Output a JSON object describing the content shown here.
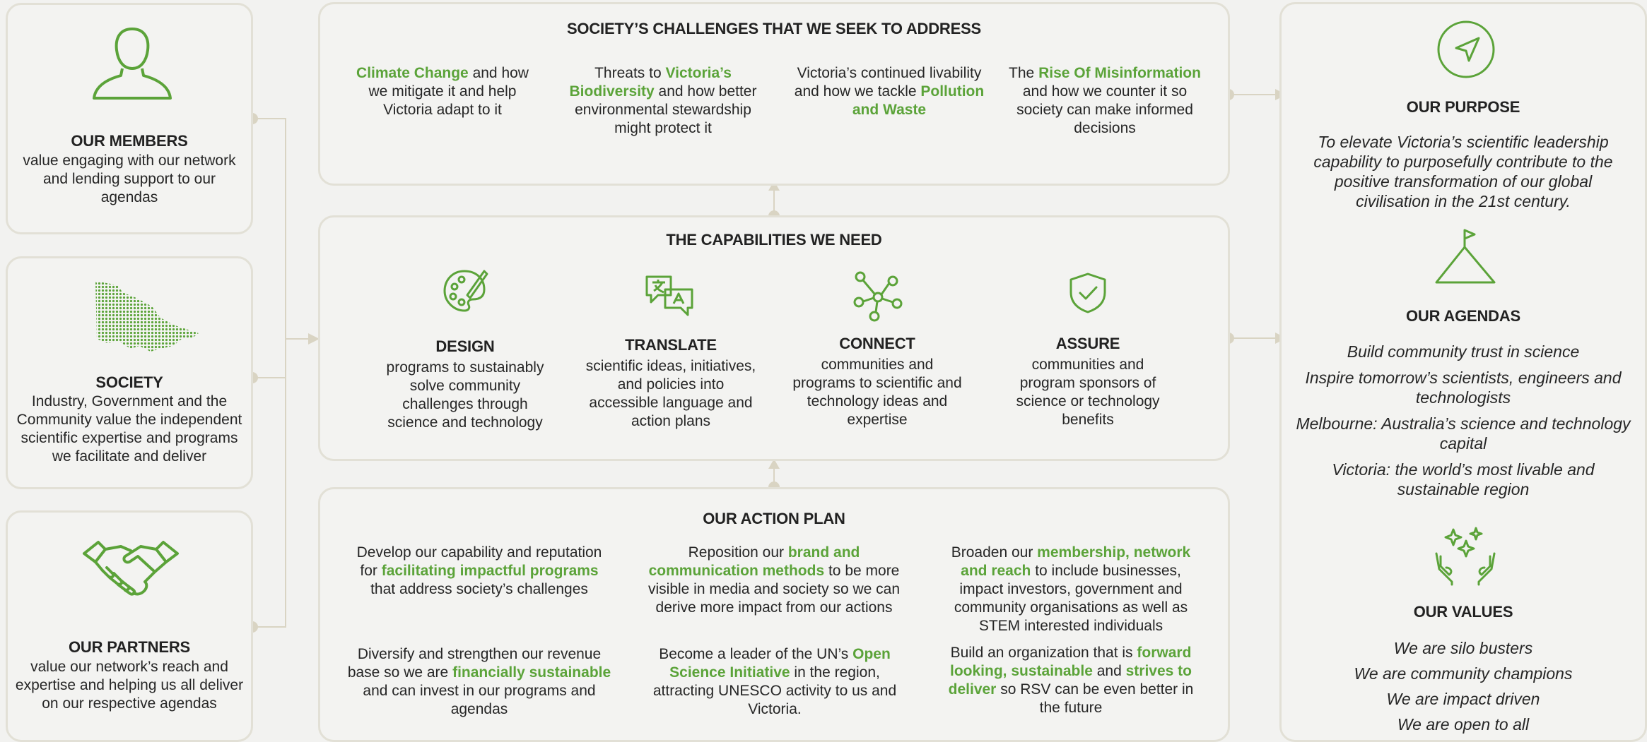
{
  "members": {
    "title": "OUR MEMBERS",
    "text": "value engaging with our network and lending support to our agendas",
    "icon": "person-icon"
  },
  "society": {
    "title": "SOCIETY",
    "text": "Industry, Government and the Community value the independent scientific expertise and programs we facilitate and deliver",
    "icon": "victoria-map-icon"
  },
  "partners": {
    "title": "OUR PARTNERS",
    "text": "value our network’s reach and expertise and helping us all deliver on our respective agendas",
    "icon": "handshake-icon"
  },
  "challenges": {
    "title": "SOCIETY’S CHALLENGES THAT WE SEEK TO ADDRESS",
    "items": [
      {
        "a": "",
        "b": "Climate Change",
        "c": " and how we mitigate it and help Victoria adapt to it"
      },
      {
        "a": "Threats to ",
        "b": "Victoria’s Biodiversity",
        "c": " and how better environmental stewardship might protect it"
      },
      {
        "a": "Victoria’s continued livability and how we tackle ",
        "b": "Pollution and Waste",
        "c": ""
      },
      {
        "a": "The ",
        "b": "Rise Of Misinformation",
        "c": " and how we counter it so society can make informed decisions"
      }
    ]
  },
  "capabilities": {
    "title": "THE CAPABILITIES WE NEED",
    "items": [
      {
        "title": "DESIGN",
        "text": "programs to sustainably solve community challenges through science and technology",
        "icon": "palette-icon"
      },
      {
        "title": "TRANSLATE",
        "text": "scientific ideas, initiatives, and policies into accessible language and action plans",
        "icon": "translate-icon"
      },
      {
        "title": "CONNECT",
        "text": "communities and programs to scientific and technology ideas and expertise",
        "icon": "network-icon"
      },
      {
        "title": "ASSURE",
        "text": "communities and program sponsors of science or technology benefits",
        "icon": "shield-check-icon"
      }
    ]
  },
  "action": {
    "title": "OUR ACTION PLAN",
    "items": [
      {
        "a": "Develop our capability and reputation for ",
        "b": "facilitating impactful programs",
        "c": " that address society’s challenges"
      },
      {
        "a": "Reposition our ",
        "b": "brand and communication methods",
        "c": " to be more visible in media and society so we can derive more impact from our actions"
      },
      {
        "a": "Broaden our ",
        "b": "membership, network and reach",
        "c": " to include businesses, impact investors, government and community organisations as well as STEM interested individuals"
      },
      {
        "a": "Diversify and strengthen our revenue base so we are ",
        "b": "financially sustainable",
        "c": " and can invest in our programs and agendas"
      },
      {
        "a": "Become a leader of the UN’s ",
        "b": "Open Science Initiative",
        "c": " in the region, attracting UNESCO activity to us and Victoria."
      },
      {
        "a": "Build an organization that is ",
        "b": "forward looking, sustainable",
        "c": " and ",
        "d": "strives to deliver",
        "e": " so RSV can be even better in the future"
      }
    ]
  },
  "purpose": {
    "title": "OUR PURPOSE",
    "text": "To elevate Victoria’s scientific leadership capability to purposefully contribute to the positive transformation of our global civilisation in the 21st century.",
    "icon": "navigation-arrow-icon"
  },
  "agendas": {
    "title": "OUR AGENDAS",
    "items": [
      "Build community trust in science",
      "Inspire tomorrow’s scientists, engineers and technologists",
      "Melbourne: Australia’s science and technology capital",
      "Victoria: the world’s most livable and sustainable region"
    ],
    "icon": "mountain-flag-icon"
  },
  "values": {
    "title": "OUR VALUES",
    "items": [
      "We are silo busters",
      "We are community champions",
      "We are impact driven",
      "We are open to all"
    ],
    "icon": "hands-sparkle-icon"
  },
  "colors": {
    "accent": "#5ba339",
    "border": "#e2e0d6",
    "connector": "#d9d4c3"
  }
}
